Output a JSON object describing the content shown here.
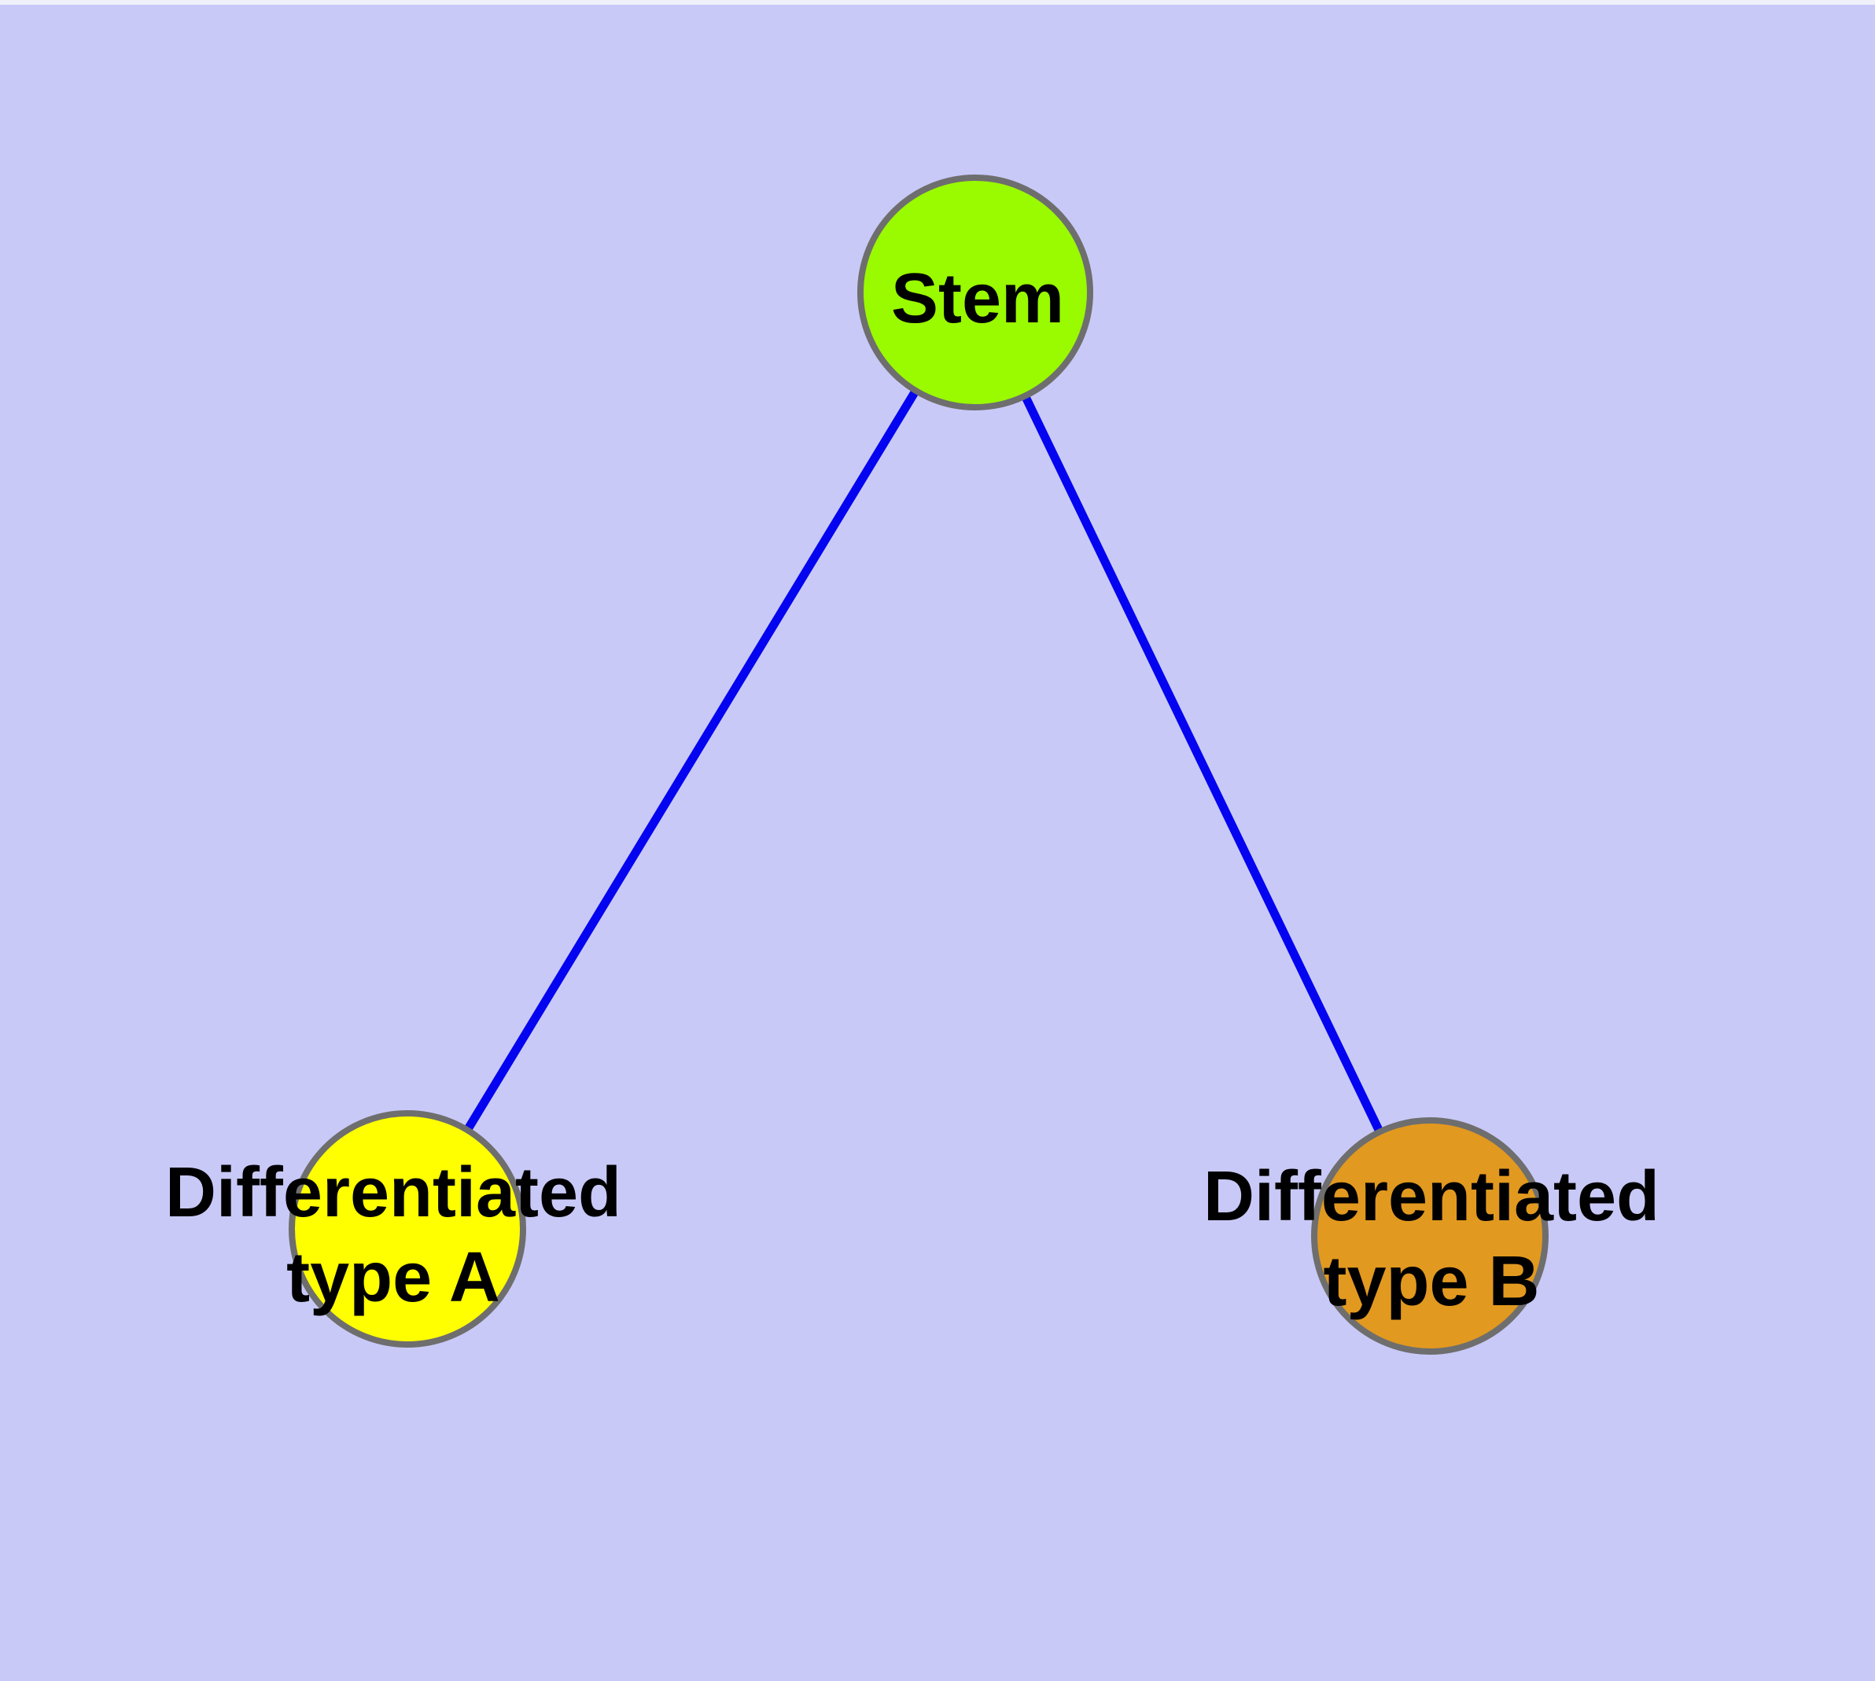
{
  "diagram": {
    "description": "Cell differentiation graph: a Stem node branching to two differentiated cell-type nodes",
    "style": {
      "background_color": "#C9C9F8",
      "top_strip_color": "#F0F0FA",
      "edge_color": "#0404F0",
      "node_border_color": "#6E6E6E",
      "label_color": "#000000"
    },
    "nodes": {
      "stem": {
        "label": "Stem",
        "fill": "#9AFA00"
      },
      "type_a": {
        "label": "Differentiated type A",
        "label_line1": "Differentiated",
        "label_line2": "type A",
        "fill": "#FFFF00"
      },
      "type_b": {
        "label": "Differentiated type B",
        "label_line1": "Differentiated",
        "label_line2": "type B",
        "fill": "#E2991F"
      }
    },
    "edges": [
      {
        "from": "Stem",
        "to": "Differentiated type A"
      },
      {
        "from": "Stem",
        "to": "Differentiated type B"
      }
    ]
  }
}
